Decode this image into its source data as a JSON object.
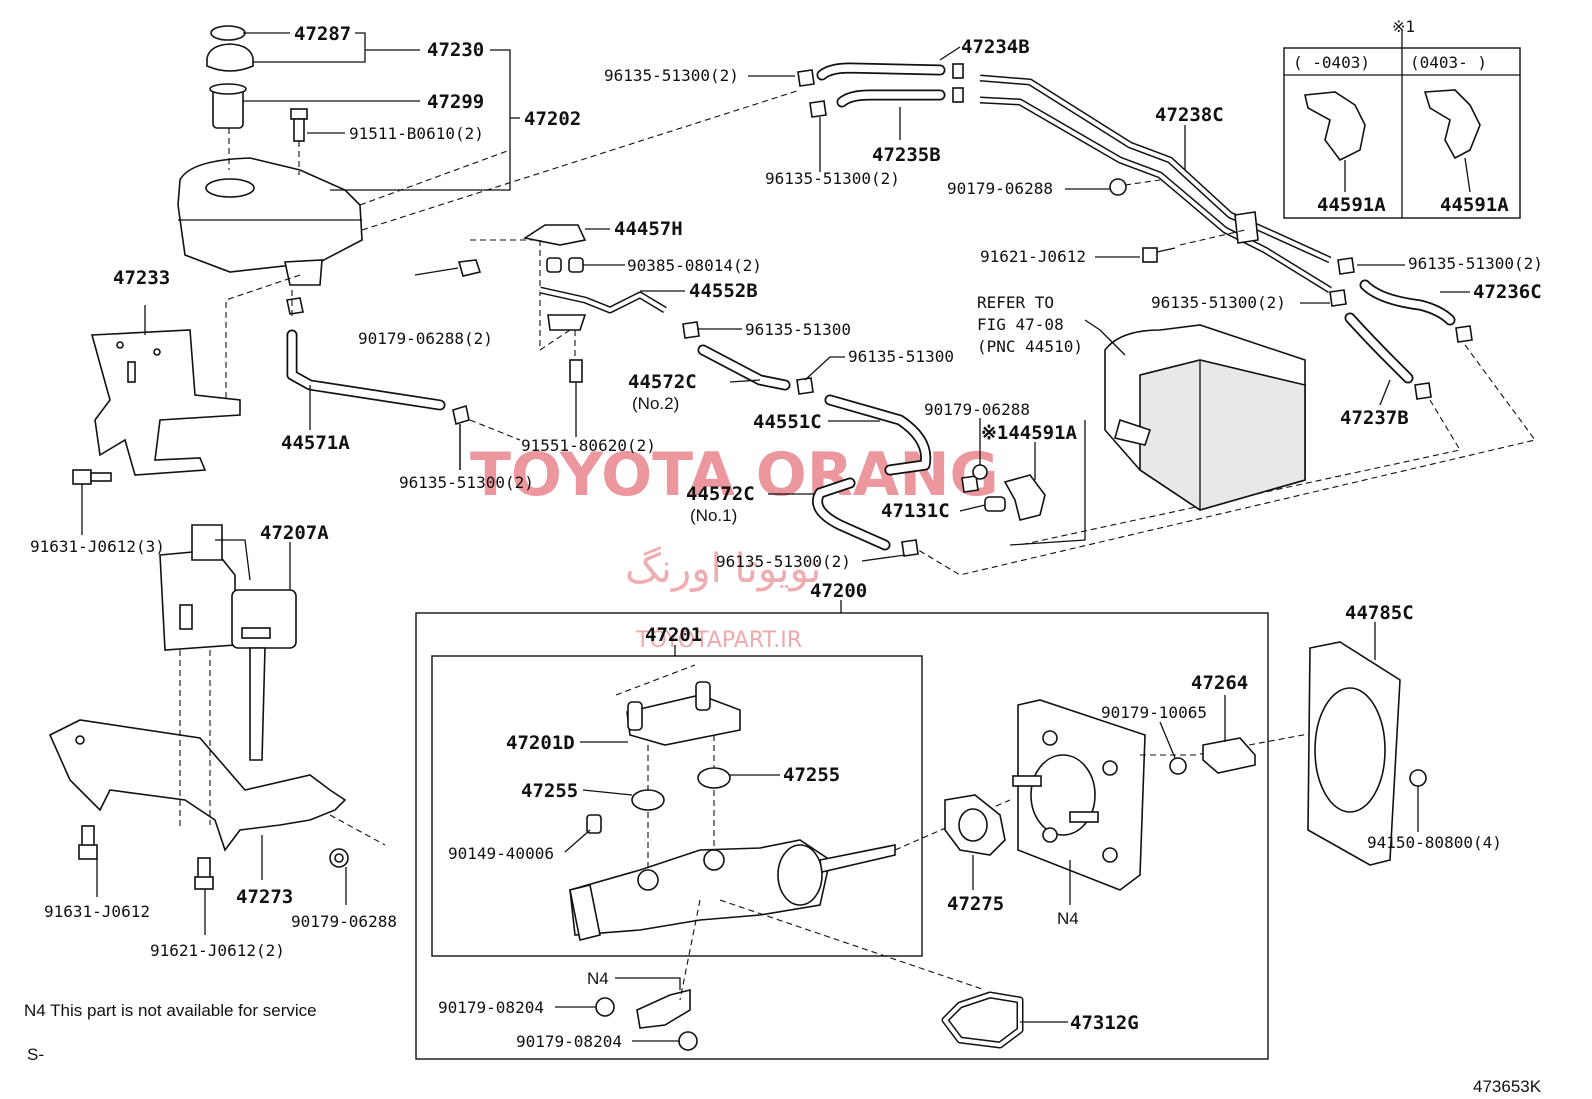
{
  "diagram": {
    "code": "473653K",
    "footnote": "N4 This part is not available for service",
    "section_prefix": "S-",
    "refer_note": [
      "REFER TO",
      "FIG 47-08",
      "(PNC 44510)"
    ],
    "inset": {
      "marker": "※1",
      "left_header": "(  -0403)",
      "right_header": "(0403-  )",
      "left_part": "44591A",
      "right_part": "44591A"
    },
    "watermark": {
      "latin": "TOYOTA ORANG",
      "arabic": "تویوتا اورنگ",
      "url": "TOYOTAPART.IR"
    },
    "labels": {
      "p47287": "47287",
      "p47230": "47230",
      "p47299": "47299",
      "p47202": "47202",
      "p91511": "91511-B0610(2)",
      "p47233": "47233",
      "p44571A": "44571A",
      "p91631_3": "91631-J0612(3)",
      "p47207A": "47207A",
      "p91631": "91631-J0612",
      "p47273": "47273",
      "p91621_2": "91621-J0612(2)",
      "p90179_06288_c": "90179-06288",
      "p96135_a": "96135-51300(2)",
      "p47234B": "47234B",
      "p47235B": "47235B",
      "p96135_b": "96135-51300(2)",
      "p47238C": "47238C",
      "p90179_06288_a": "90179-06288",
      "p91621": "91621-J0612",
      "p96135_c": "96135-51300(2)",
      "p47236C": "47236C",
      "p96135_d": "96135-51300(2)",
      "p47237B": "47237B",
      "p44457H": "44457H",
      "p90385": "90385-08014(2)",
      "p44552B": "44552B",
      "p90179_06288_2": "90179-06288(2)",
      "p96135_e": "96135-51300",
      "p96135_f": "96135-51300",
      "p44572C_2": "44572C",
      "p44572C_2n": "(No.2)",
      "p91551": "91551-80620(2)",
      "p96135_g": "96135-51300(2)",
      "p44551C": "44551C",
      "p90179_06288_b": "90179-06288",
      "p144591A": "※144591A",
      "p44572C_1": "44572C",
      "p44572C_1n": "(No.1)",
      "p47131C": "47131C",
      "p96135_h": "96135-51300(2)",
      "p47200": "47200",
      "p47201": "47201",
      "p47201D": "47201D",
      "p47255_l": "47255",
      "p47255_r": "47255",
      "p90149": "90149-40006",
      "pN4_a": "N4",
      "p90179_08204_a": "90179-08204",
      "p90179_08204_b": "90179-08204",
      "p47312G": "47312G",
      "p47275": "47275",
      "pN4_b": "N4",
      "p90179_10065": "90179-10065",
      "p47264": "47264",
      "p44785C": "44785C",
      "p94150": "94150-80800(4)"
    }
  }
}
